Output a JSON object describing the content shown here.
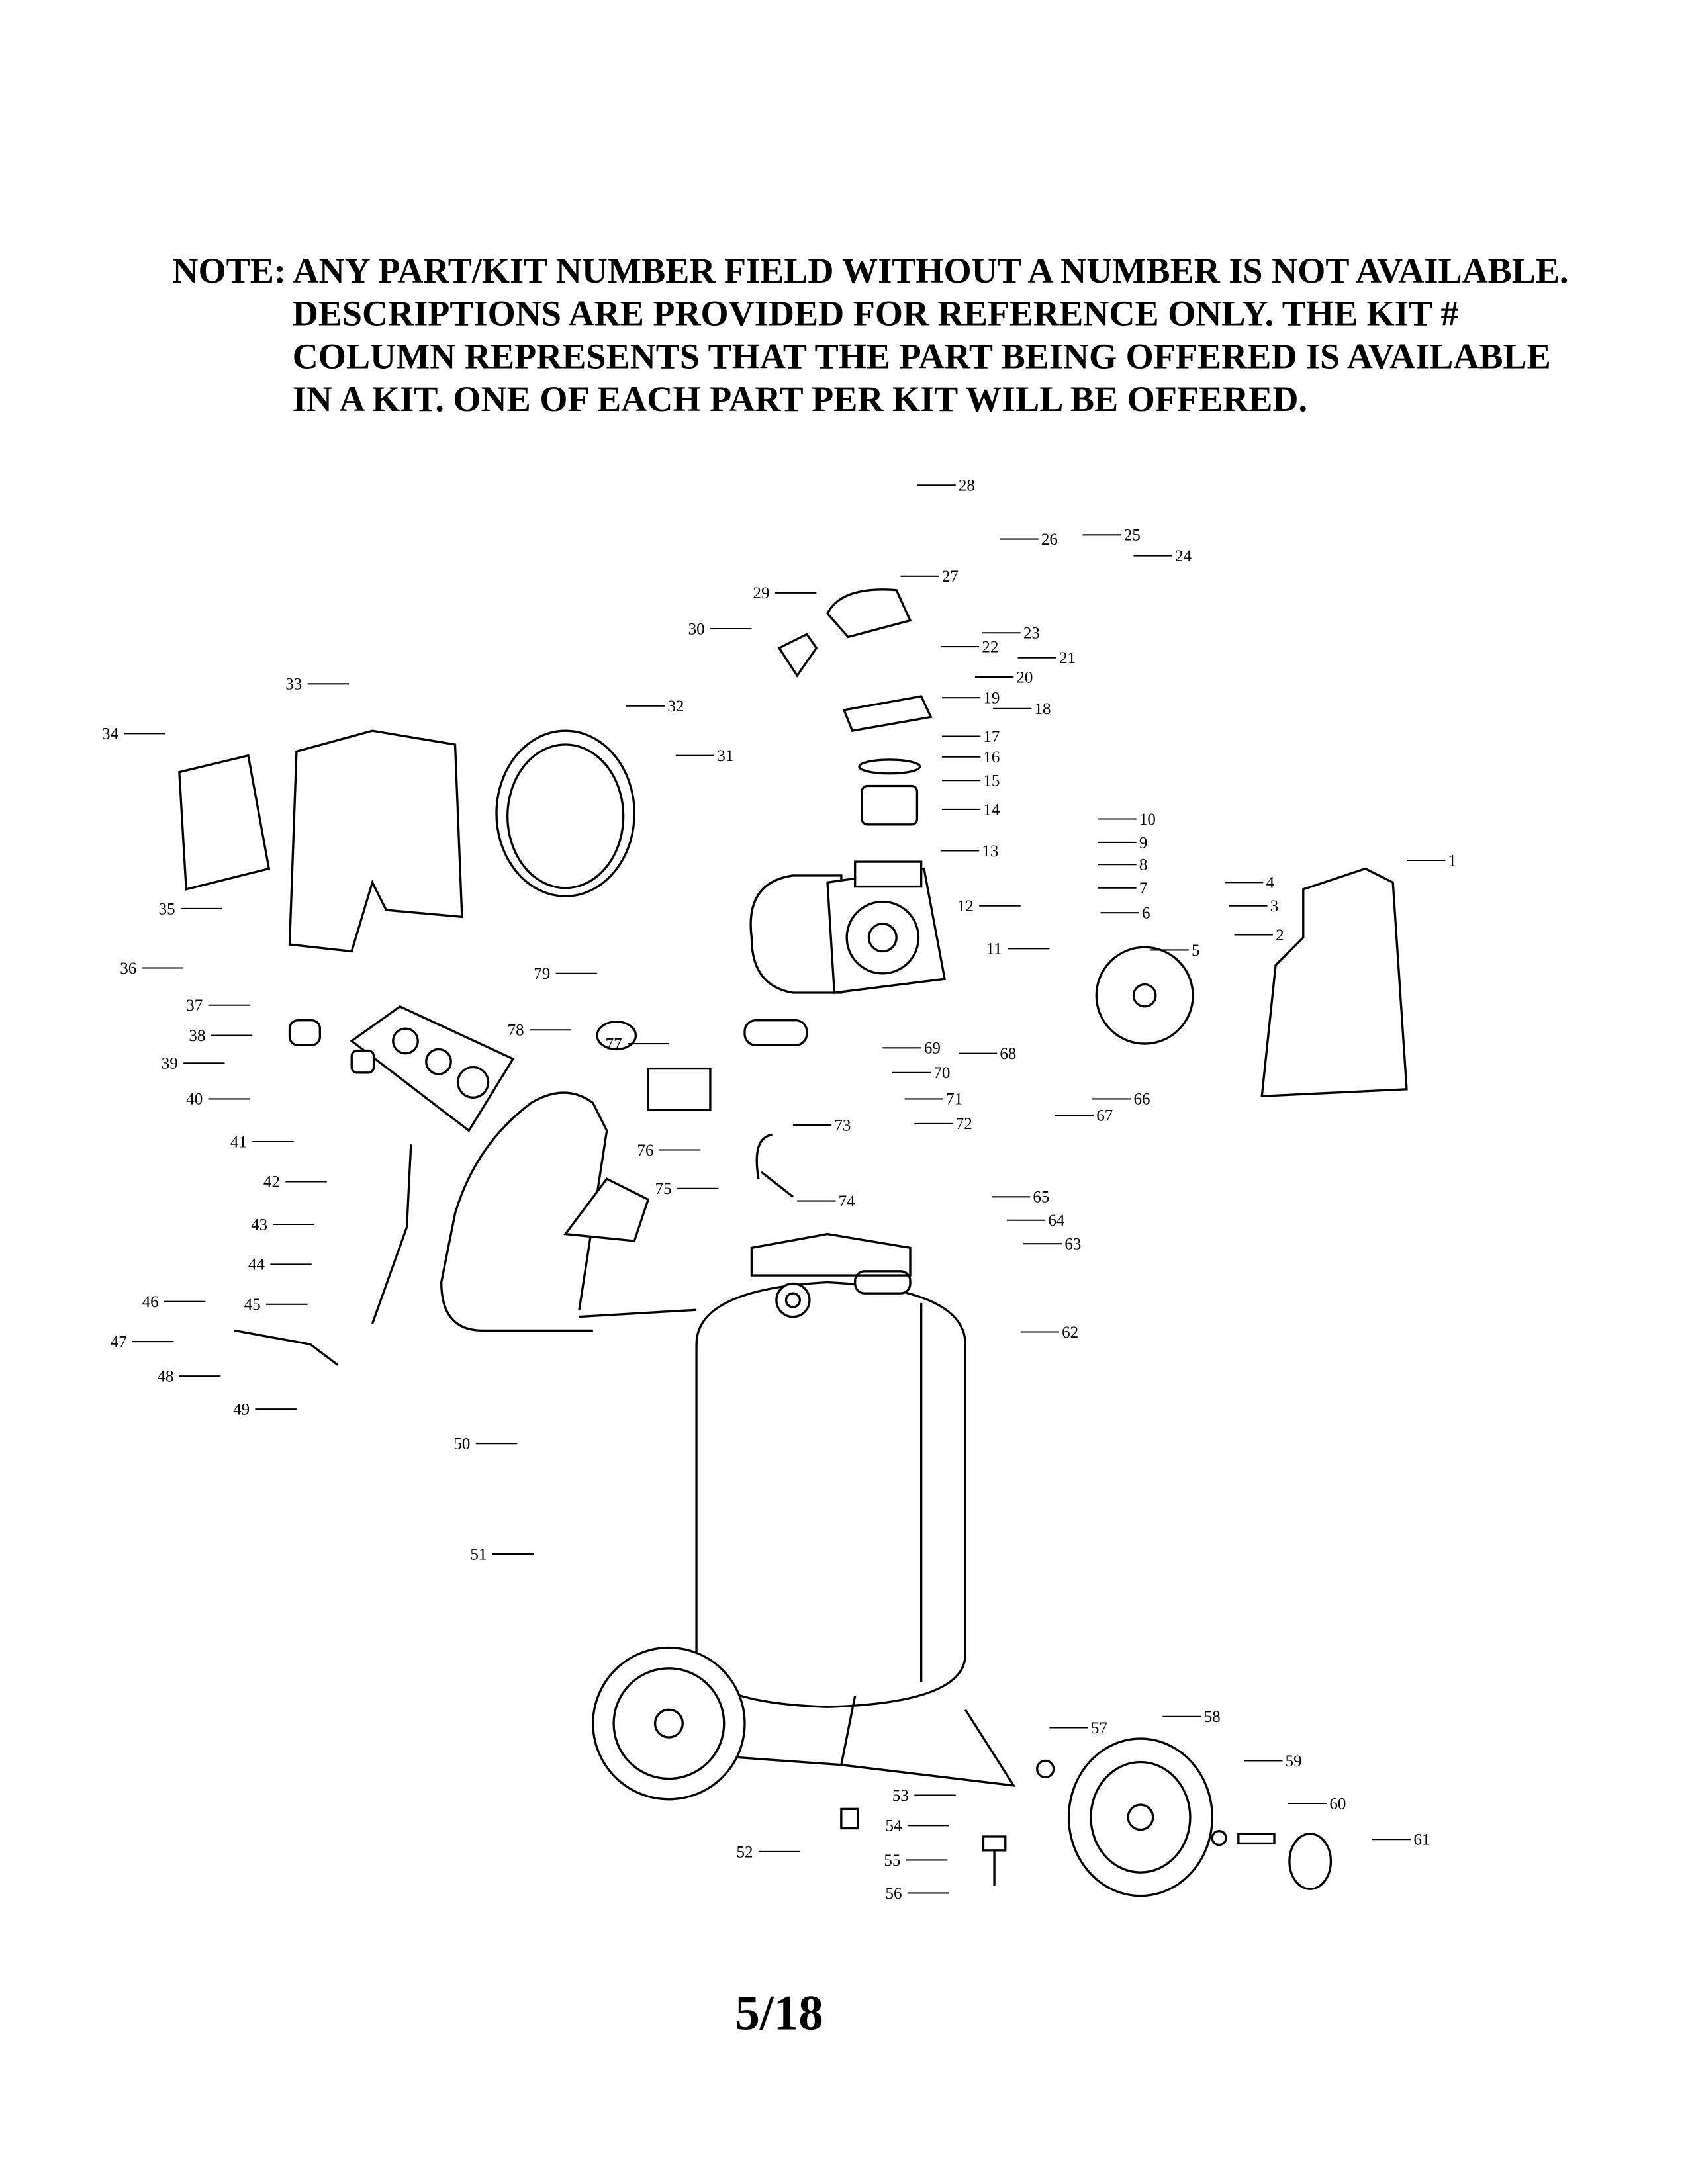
{
  "note": {
    "lines": [
      "NOTE: ANY PART/KIT NUMBER FIELD WITHOUT A  NUMBER IS NOT AVAILABLE.",
      "DESCRIPTIONS ARE PROVIDED FOR REFERENCE ONLY. THE KIT #",
      "COLUMN REPRESENTS THAT THE PART BEING OFFERED IS AVAILABLE",
      "IN A KIT. ONE OF EACH PART PER KIT WILL BE OFFERED."
    ]
  },
  "callouts": [
    "1",
    "2",
    "3",
    "4",
    "5",
    "6",
    "7",
    "8",
    "9",
    "10",
    "11",
    "12",
    "13",
    "14",
    "15",
    "16",
    "17",
    "18",
    "19",
    "20",
    "21",
    "22",
    "23",
    "24",
    "25",
    "26",
    "27",
    "28",
    "29",
    "30",
    "31",
    "32",
    "33",
    "34",
    "35",
    "36",
    "37",
    "38",
    "39",
    "40",
    "41",
    "42",
    "43",
    "44",
    "45",
    "46",
    "47",
    "48",
    "49",
    "50",
    "51",
    "52",
    "53",
    "54",
    "55",
    "56",
    "57",
    "58",
    "59",
    "60",
    "61",
    "62",
    "63",
    "64",
    "65",
    "66",
    "67",
    "68",
    "69",
    "70",
    "71",
    "72",
    "73",
    "74",
    "75",
    "76",
    "77",
    "78",
    "79"
  ],
  "page_number": "5/18"
}
